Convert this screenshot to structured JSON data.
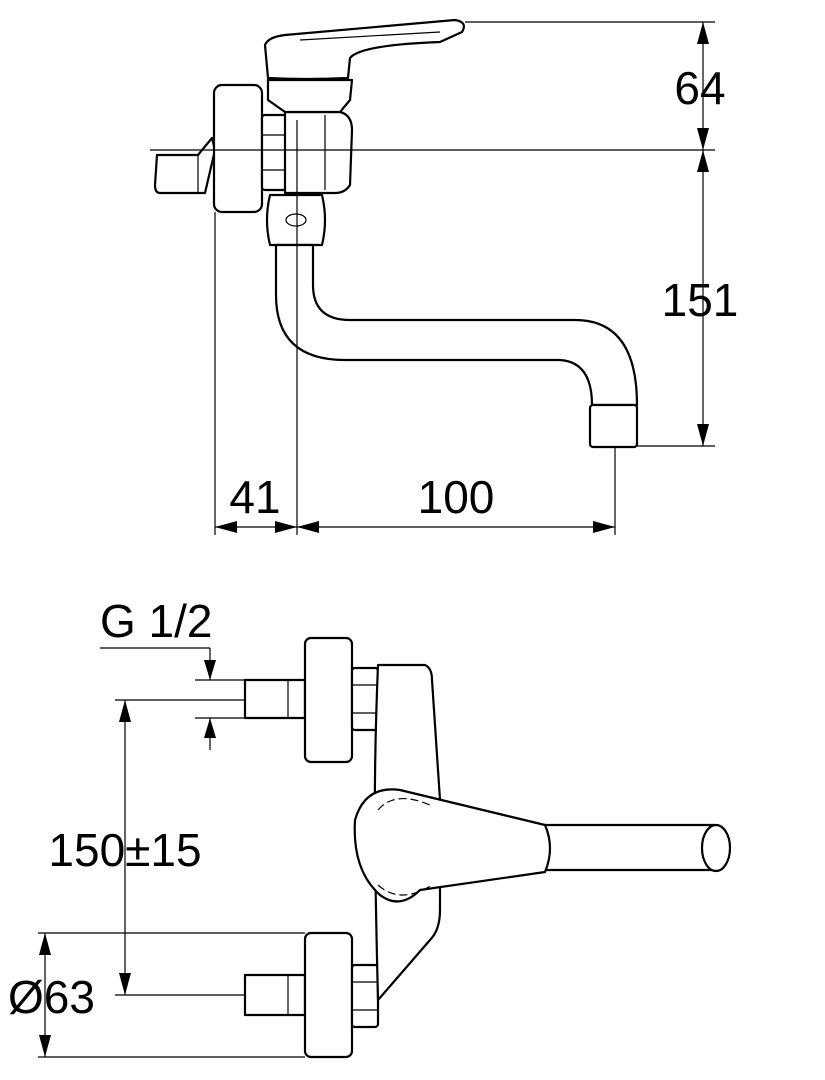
{
  "side_view": {
    "dim_handle_height": "64",
    "dim_outlet_height": "151",
    "dim_wall_to_axis": "41",
    "dim_projection": "100"
  },
  "front_view": {
    "thread_label": "G 1/2",
    "dim_centers": "150±15",
    "dim_rosette_diameter": "Ø63"
  }
}
